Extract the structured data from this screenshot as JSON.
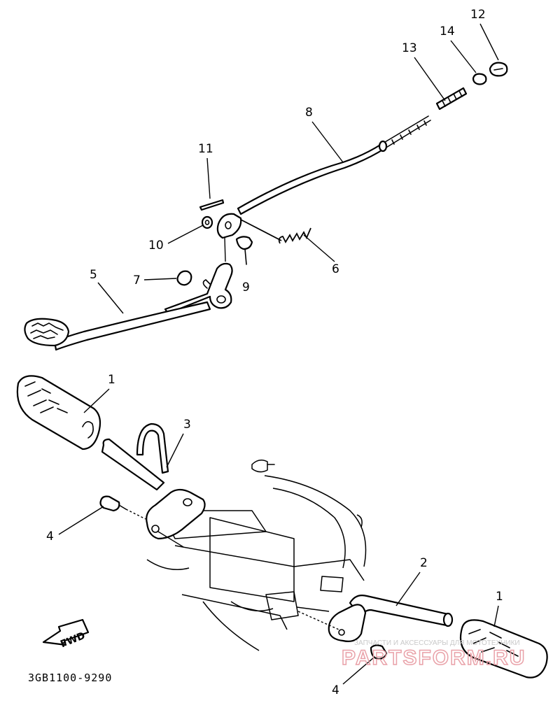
{
  "diagram": {
    "callouts": {
      "p1a": "1",
      "p1b": "1",
      "p2": "2",
      "p3": "3",
      "p4a": "4",
      "p4b": "4",
      "p5": "5",
      "p6": "6",
      "p7": "7",
      "p8": "8",
      "p9": "9",
      "p10": "10",
      "p11": "11",
      "p12": "12",
      "p13": "13",
      "p14": "14"
    },
    "direction_label": "FWD",
    "reference_code": "3GB1100-9290",
    "watermark_caption": "ЗАПЧАСТИ И АКСЕССУАРЫ ДЛЯ МОТОТЕХНИКИ",
    "watermark_logo": "PARTSFORM.RU"
  }
}
